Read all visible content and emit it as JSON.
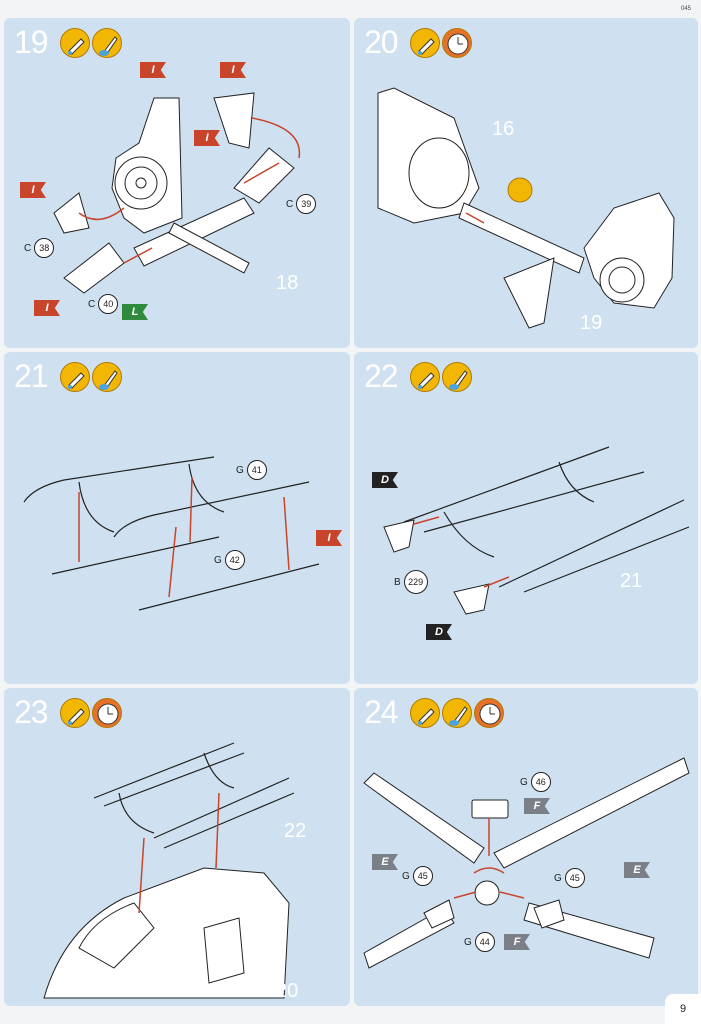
{
  "doc_code": "045",
  "page_number": "9",
  "colors": {
    "panel_bg": "#cfe1f0",
    "icon_yellow": "#f2b705",
    "paint_red": "#c8452c",
    "paint_black": "#222222",
    "paint_green": "#2e8b3e",
    "paint_gray": "#7b8088",
    "arrow": "#c8452c"
  },
  "steps": [
    {
      "number": "19",
      "icons": [
        "glue-icon",
        "paint-brush-icon"
      ],
      "part_labels": [
        "18"
      ],
      "refs": [
        {
          "letter": "C",
          "num": "38"
        },
        {
          "letter": "C",
          "num": "39"
        },
        {
          "letter": "C",
          "num": "40"
        }
      ],
      "flags": [
        "I",
        "I",
        "I",
        "I",
        "I",
        "L"
      ]
    },
    {
      "number": "20",
      "icons": [
        "glue-icon",
        "clock-icon"
      ],
      "part_labels": [
        "16",
        "19"
      ],
      "refs": [],
      "flags": []
    },
    {
      "number": "21",
      "icons": [
        "glue-icon",
        "paint-brush-icon"
      ],
      "part_labels": [],
      "refs": [
        {
          "letter": "G",
          "num": "41"
        },
        {
          "letter": "G",
          "num": "42"
        }
      ],
      "flags": [
        "I"
      ]
    },
    {
      "number": "22",
      "icons": [
        "glue-icon",
        "paint-brush-icon"
      ],
      "part_labels": [
        "21"
      ],
      "refs": [
        {
          "letter": "B",
          "num": "229"
        }
      ],
      "flags": [
        "D",
        "D"
      ]
    },
    {
      "number": "23",
      "icons": [
        "glue-icon",
        "clock-icon"
      ],
      "part_labels": [
        "22",
        "20"
      ],
      "refs": [],
      "flags": []
    },
    {
      "number": "24",
      "icons": [
        "glue-icon",
        "paint-brush-icon",
        "clock-icon"
      ],
      "part_labels": [],
      "refs": [
        {
          "letter": "G",
          "num": "46"
        },
        {
          "letter": "G",
          "num": "45"
        },
        {
          "letter": "G",
          "num": "45"
        },
        {
          "letter": "G",
          "num": "44"
        }
      ],
      "flags": [
        "F",
        "E",
        "E",
        "F"
      ]
    }
  ]
}
